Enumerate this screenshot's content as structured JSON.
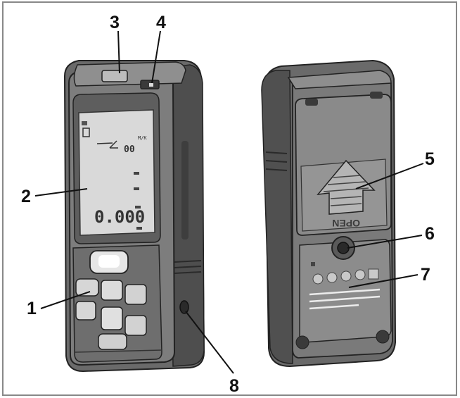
{
  "callouts": [
    {
      "id": "1",
      "label": "1"
    },
    {
      "id": "2",
      "label": "2"
    },
    {
      "id": "3",
      "label": "3"
    },
    {
      "id": "4",
      "label": "4"
    },
    {
      "id": "5",
      "label": "5"
    },
    {
      "id": "6",
      "label": "6"
    },
    {
      "id": "7",
      "label": "7"
    },
    {
      "id": "8",
      "label": "8"
    }
  ],
  "display": {
    "reading": "0.000",
    "unit_text": "M/K",
    "small_digits": "00"
  },
  "battery_cover": {
    "open_label": "OPEN"
  },
  "colors": {
    "body_dark": "#5a5a5a",
    "body_mid": "#8a8a8a",
    "body_light": "#c8c8c8",
    "screen": "#d9d9d9",
    "line": "#222222"
  }
}
